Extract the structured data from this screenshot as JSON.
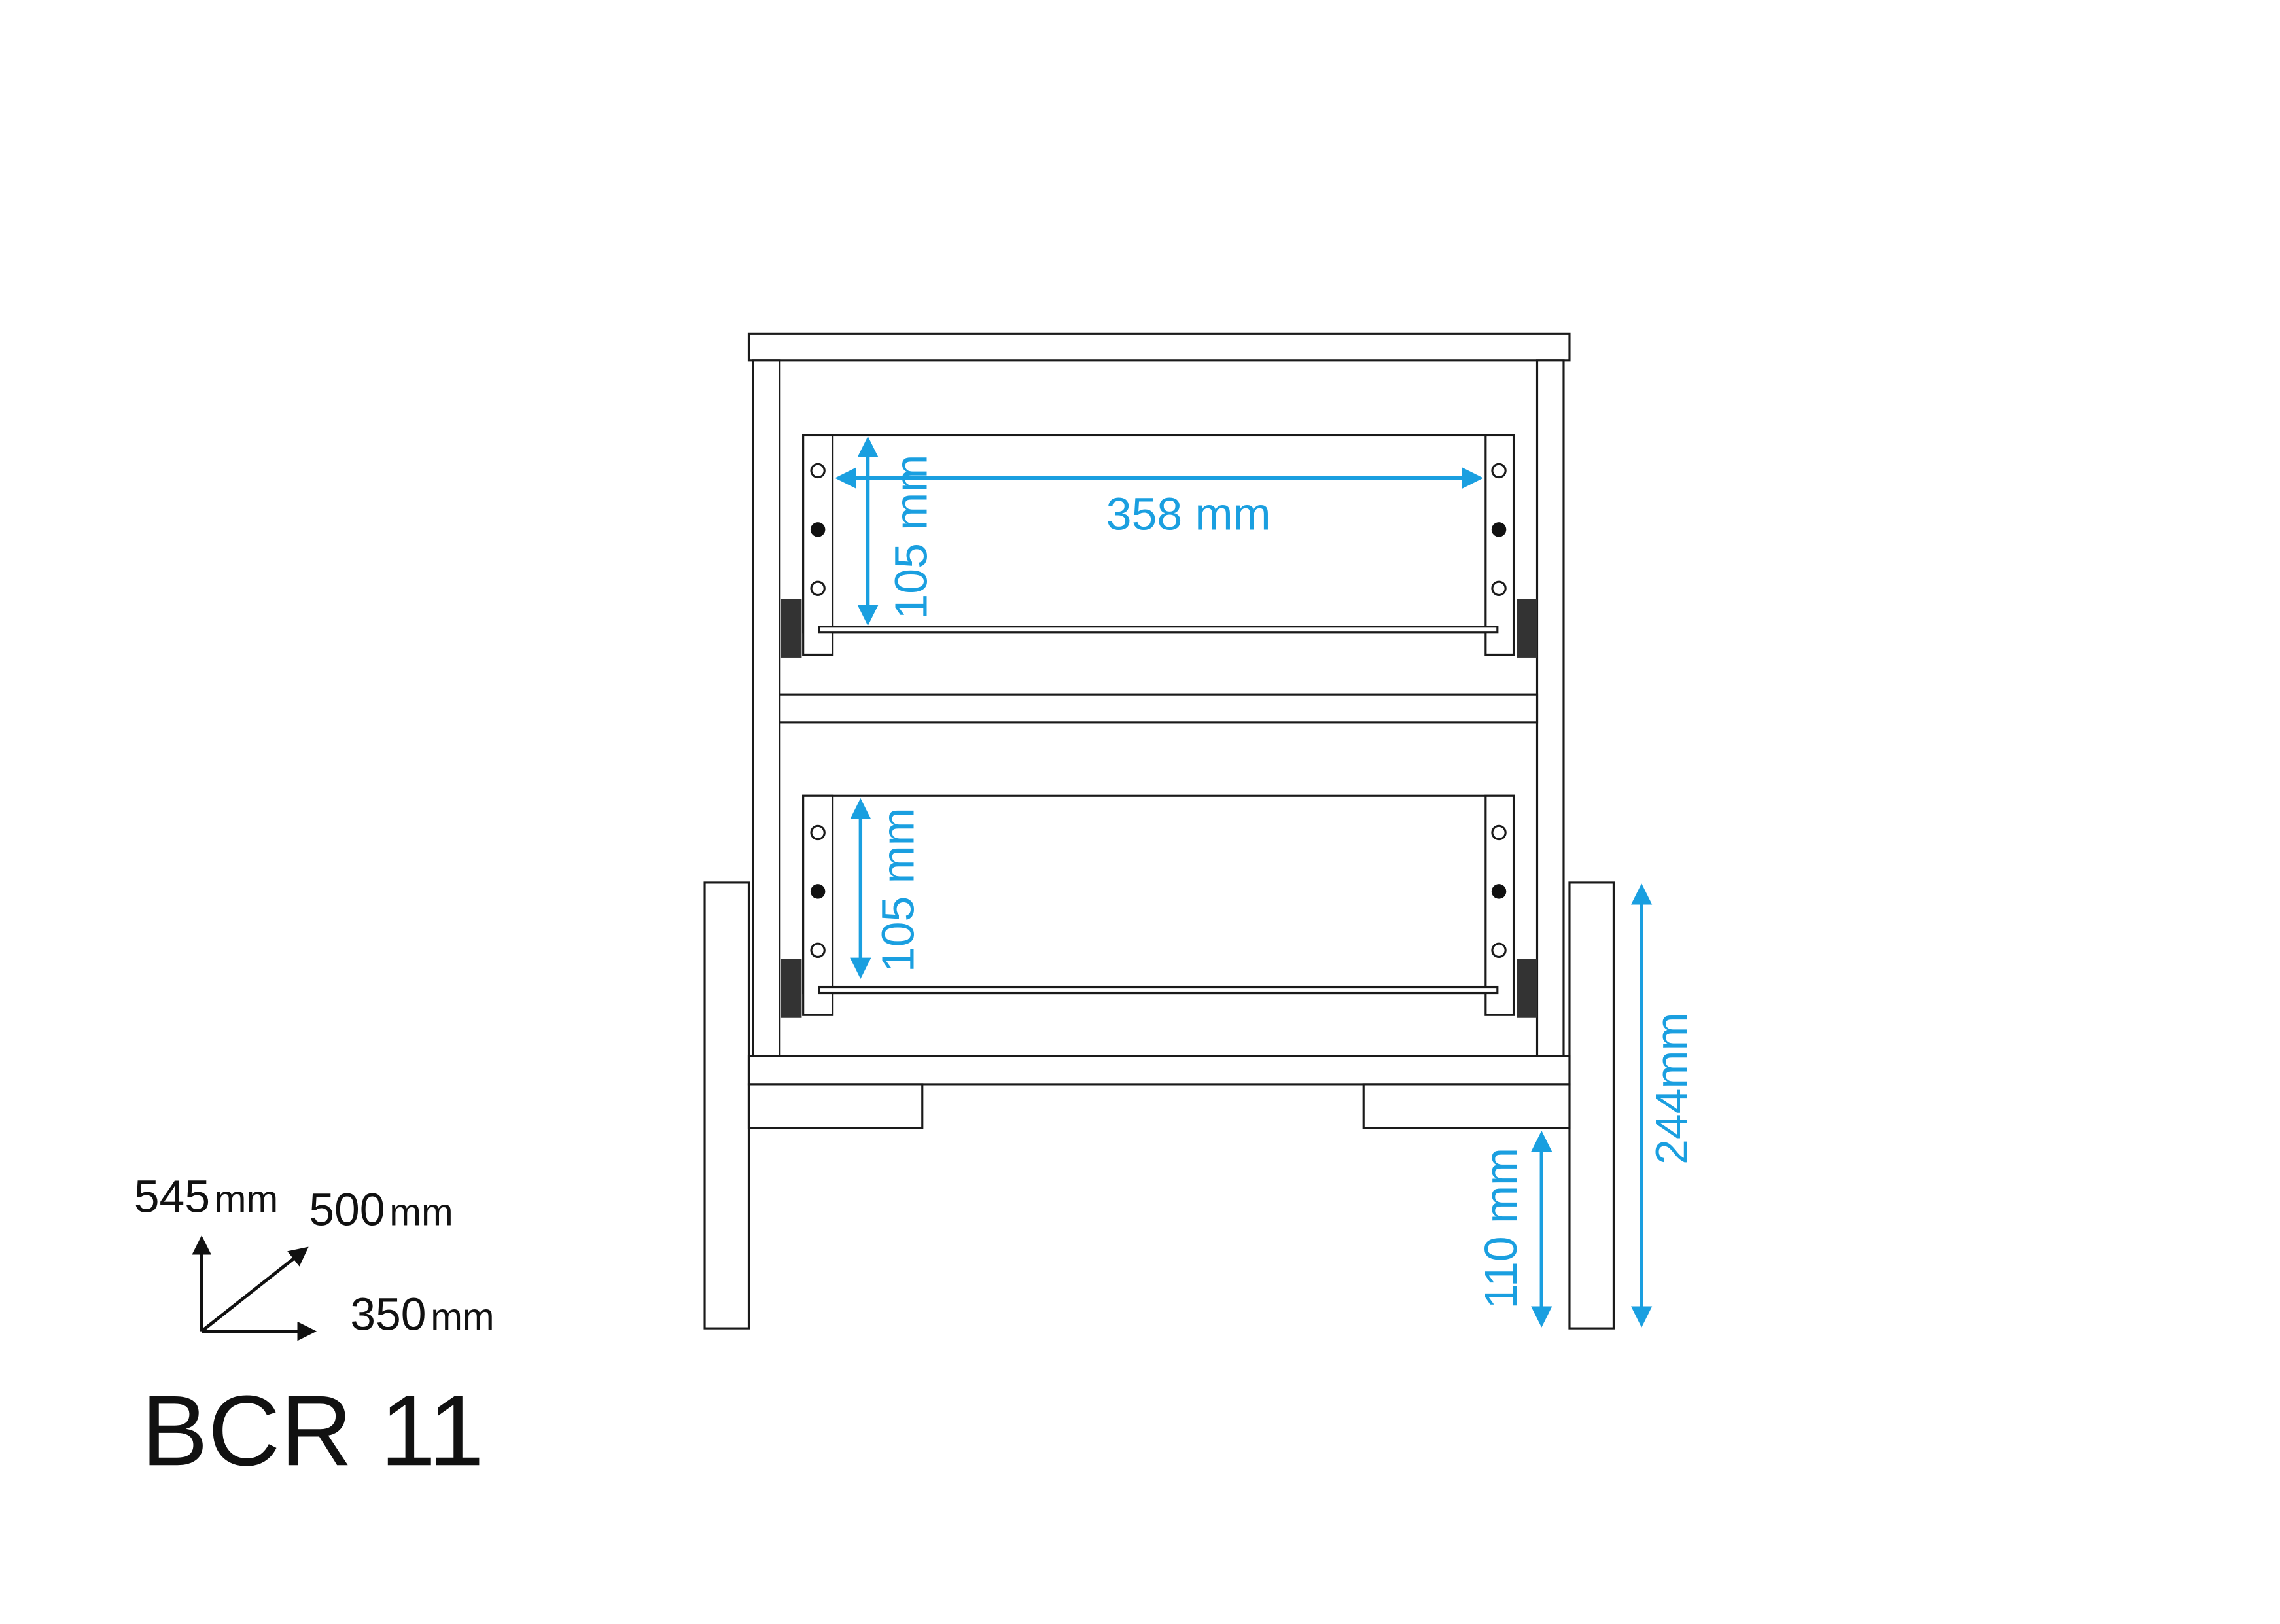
{
  "dimensions": {
    "drawer_width": "358 mm",
    "upper_drawer_height": "105 mm",
    "lower_drawer_height": "105 mm",
    "leg_clearance": "110 mm",
    "leg_height": "244",
    "leg_height_unit": "mm"
  },
  "overall": {
    "height_value": "545",
    "height_unit": "mm",
    "depth_value": "500",
    "depth_unit": "mm",
    "width_value": "350",
    "width_unit": "mm"
  },
  "model": "BCR 11",
  "colors": {
    "dimension": "#1a9fe0",
    "line": "#1a1a1a"
  }
}
